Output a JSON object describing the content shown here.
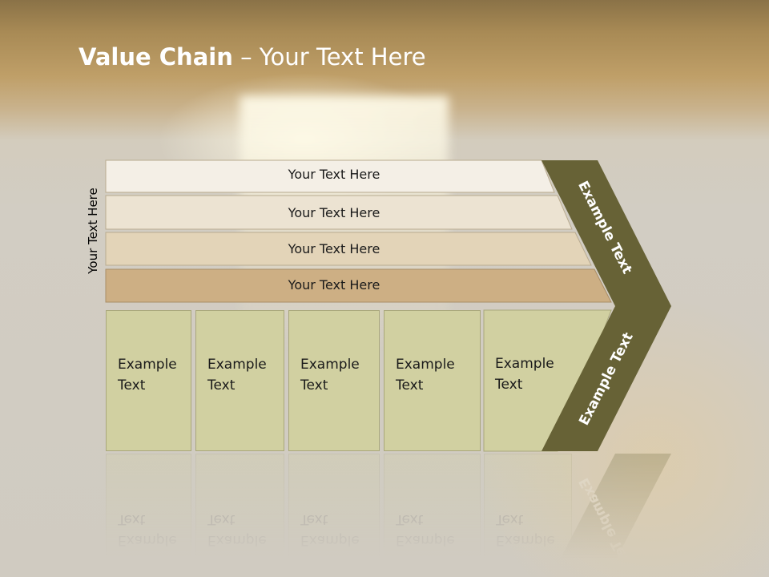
{
  "title": {
    "bold": "Value Chain",
    "rest": " – Your Text Here"
  },
  "vertical_label": "Your Text Here",
  "bands": [
    {
      "label": "Your Text Here",
      "color": "#f4efe6"
    },
    {
      "label": "Your Text Here",
      "color": "#ece3d2"
    },
    {
      "label": "Your Text Here",
      "color": "#e3d4b8"
    },
    {
      "label": "Your Text Here",
      "color": "#cdaf84"
    }
  ],
  "columns": [
    {
      "line1": "Example",
      "line2": "Text"
    },
    {
      "line1": "Example",
      "line2": "Text"
    },
    {
      "line1": "Example",
      "line2": "Text"
    },
    {
      "line1": "Example",
      "line2": "Text"
    },
    {
      "line1": "Example",
      "line2": "Text"
    }
  ],
  "chevron": {
    "upper_label": "Example Text",
    "lower_label": "Example Text",
    "color": "#676236"
  }
}
